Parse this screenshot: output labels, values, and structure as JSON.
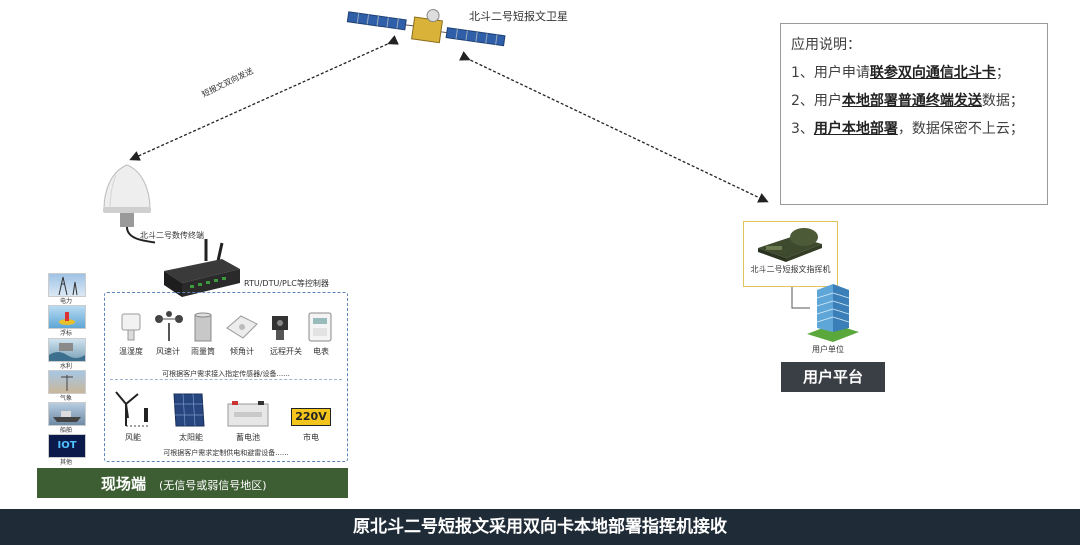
{
  "satellite": {
    "label": "北斗二号短报文卫星"
  },
  "link": {
    "label": "短报文双向发送"
  },
  "antenna": {
    "label": "北斗二号数传终端"
  },
  "controller": {
    "label": "RTU/DTU/PLC等控制器"
  },
  "usage": {
    "title": "应用说明：",
    "items": [
      {
        "prefix": "1、用户申请",
        "bold": "联参双向通信北斗卡",
        "suffix": "；"
      },
      {
        "prefix": "2、用户",
        "bold": "本地部署普通终端发送",
        "suffix": "数据；"
      },
      {
        "prefix": "3、",
        "bold": "用户本地部署",
        "suffix": "，数据保密不上云；"
      }
    ]
  },
  "command_machine": {
    "label": "北斗二号短报文指挥机"
  },
  "user_unit": {
    "label": "用户单位"
  },
  "user_platform": {
    "label": "用户平台"
  },
  "side_icons": [
    "电力",
    "浮标",
    "水利",
    "气象",
    "船舶",
    "其他"
  ],
  "sensors": {
    "items": [
      "温湿度",
      "风速计",
      "雨量筒",
      "倾角计",
      "远程开关",
      "电表"
    ],
    "note": "可根据客户需求接入指定传感器/设备......"
  },
  "power": {
    "items": [
      "风能",
      "太阳能",
      "蓄电池",
      "市电"
    ],
    "mains_badge": "220V",
    "note": "可根据客户需求定制供电和避雷设备......"
  },
  "field": {
    "title": "现场端",
    "subtitle": "(无信号或弱信号地区)"
  },
  "footer": {
    "title": "原北斗二号短报文采用双向卡本地部署指挥机接收"
  }
}
